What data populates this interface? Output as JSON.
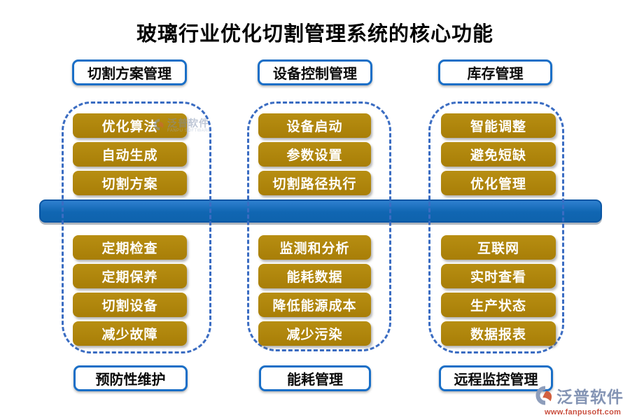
{
  "title": "玻璃行业优化切割管理系统的核心功能",
  "colors": {
    "node_gold": "#B0860B",
    "bar_blue": "#1168B5",
    "panel_dashed_border": "#3A6CC2",
    "header_border": "#1A6FC7",
    "logo_text": "#8494B4",
    "logo_url": "#C94F3F"
  },
  "columns": [
    {
      "top_label": "切割方案管理",
      "bottom_label": "预防性维护",
      "top_items": [
        "优化算法",
        "自动生成",
        "切割方案"
      ],
      "bottom_items": [
        "定期检查",
        "定期保养",
        "切割设备",
        "减少故障"
      ]
    },
    {
      "top_label": "设备控制管理",
      "bottom_label": "能耗管理",
      "top_items": [
        "设备启动",
        "参数设置",
        "切割路径执行"
      ],
      "bottom_items": [
        "监测和分析",
        "能耗数据",
        "降低能源成本",
        "减少污染"
      ]
    },
    {
      "top_label": "库存管理",
      "bottom_label": "远程监控管理",
      "top_items": [
        "智能调整",
        "避免短缺",
        "优化管理"
      ],
      "bottom_items": [
        "互联网",
        "实时查看",
        "生产状态",
        "数据报表"
      ]
    }
  ],
  "watermark": {
    "text": "泛普软件",
    "subtext": "FANPU SOFTWARE"
  },
  "logo": {
    "name": "泛普软件",
    "url": "www.fanpusoft.com"
  }
}
